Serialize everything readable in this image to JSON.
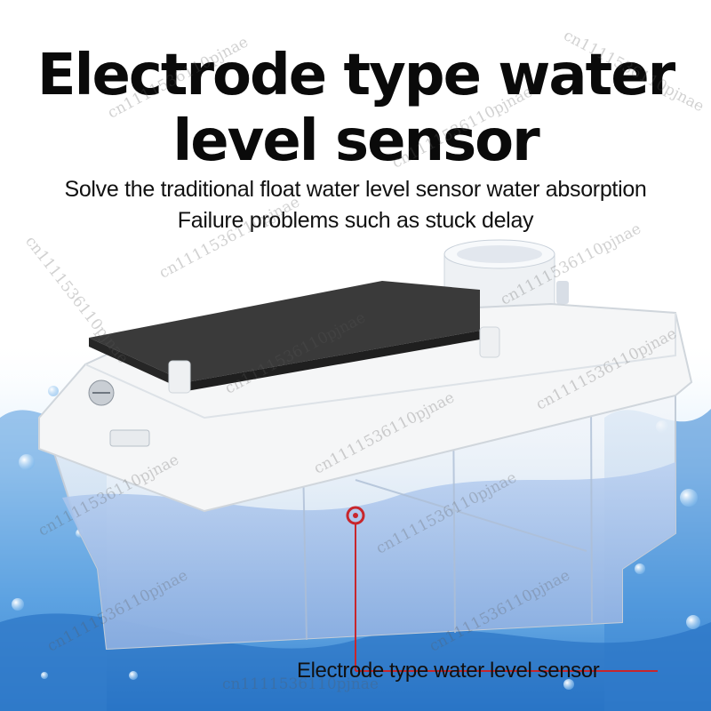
{
  "headline": {
    "line1": "Electrode type water",
    "line2": "level sensor"
  },
  "subtitle": {
    "line1": "Solve the traditional float water level sensor water absorption",
    "line2": "Failure problems such as stuck delay"
  },
  "callout": {
    "label": "Electrode type water level sensor"
  },
  "watermark": {
    "text": "cn1111536110pjnae"
  },
  "colors": {
    "water": "#8fb3e6",
    "accent_red": "#c8262c",
    "splash": "#2e7fd0",
    "lid": "#2d2d2d"
  }
}
